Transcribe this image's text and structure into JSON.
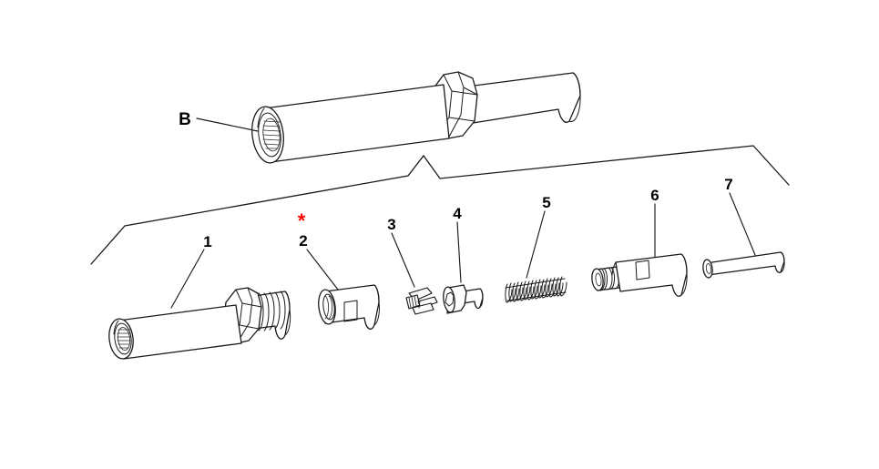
{
  "diagram": {
    "type": "exploded-parts-diagram",
    "title": "",
    "background_color": "#ffffff",
    "line_color": "#1a1a1a",
    "asterisk_color": "#ff0000",
    "assembly_label": {
      "text": "B",
      "name": "assembly-b",
      "description": "Assembled unit: threaded body with hex nut and plunger shaft"
    },
    "callout_bracket": {
      "name": "assembly-callout-bracket",
      "description": "Polyline bracket with V-notch linking exploded parts row to assembly B"
    },
    "parts": [
      {
        "number": "1",
        "name": "threaded-body",
        "description": "Main body, internal thread at left end, hex collar and external thread at right"
      },
      {
        "number": "2",
        "name": "sleeve-bushing",
        "description": "Sleeve with internal thread and rectangular side slot",
        "asterisk": "*"
      },
      {
        "number": "3",
        "name": "collet-clip",
        "description": "Small split collet / jaw clip"
      },
      {
        "number": "4",
        "name": "socket-head-screw",
        "description": "Socket head cap screw"
      },
      {
        "number": "5",
        "name": "compression-spring",
        "description": "Helical compression spring"
      },
      {
        "number": "6",
        "name": "plunger-barrel",
        "description": "Barrel with threaded end and rectangular window"
      },
      {
        "number": "7",
        "name": "hollow-pin",
        "description": "Hollow pin / tube"
      }
    ],
    "asterisk_symbol": "*"
  }
}
